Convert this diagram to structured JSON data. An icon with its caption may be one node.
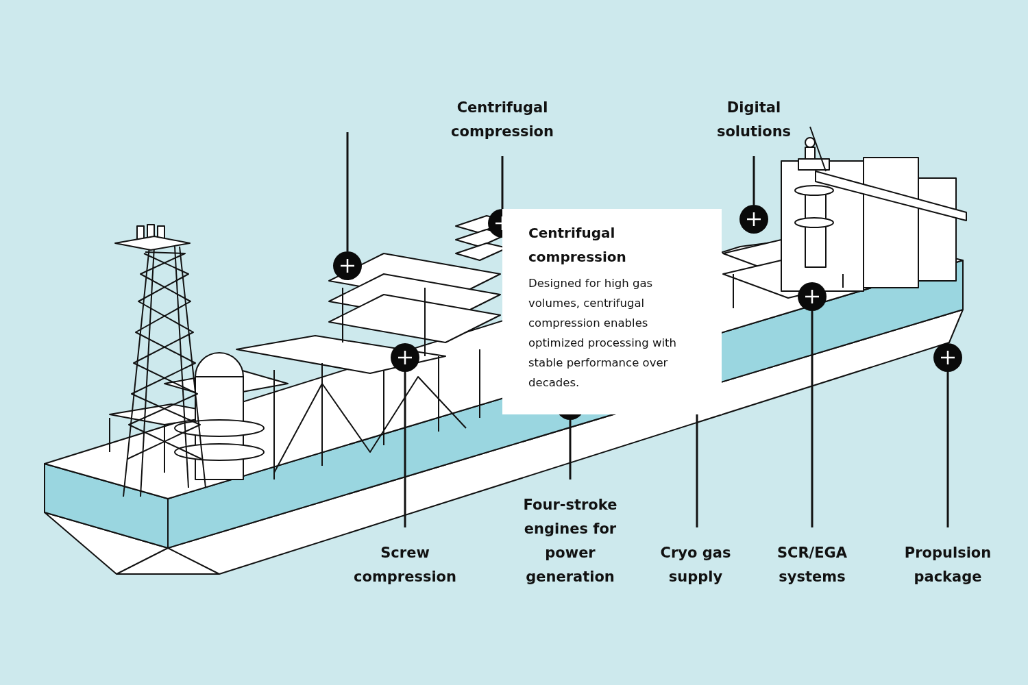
{
  "diagram": {
    "nodes": [
      {
        "text": [
          "Centrifugal compression"
        ]
      },
      {
        "text": [
          "Digital solutions"
        ]
      },
      {
        "text": [],
        "shape": "circle"
      },
      {
        "text": [],
        "shape": "circle"
      },
      {
        "text": [],
        "shape": "circle"
      },
      {
        "text": [],
        "shape": "circle"
      },
      {
        "text": [],
        "shape": "circle"
      },
      {
        "text": [],
        "shape": "circle"
      },
      {
        "text": [],
        "shape": "circle"
      },
      {
        "text": [
          "Centrifugal compression",
          "Designed for high gas volumes, centrifugal compression enables optimized processing with stable performance over decades."
        ]
      },
      {
        "text": [
          "Screw compression"
        ]
      },
      {
        "text": [
          "Four-stroke engines for power generation"
        ]
      },
      {
        "text": [
          "Cryo gas supply"
        ]
      },
      {
        "text": [
          "SCR/EGA systems"
        ]
      },
      {
        "text": [
          "Propulsion package"
        ]
      }
    ],
    "edges": [
      {
        "from": null,
        "to": 2,
        "arrow": "none"
      },
      {
        "from": 0,
        "to": 3,
        "arrow": "none"
      },
      {
        "from": 1,
        "to": 4,
        "arrow": "none"
      },
      {
        "from": 10,
        "to": 5,
        "arrow": "none"
      },
      {
        "from": 11,
        "to": 8,
        "arrow": "none"
      },
      {
        "from": 12,
        "to": 9,
        "arrow": "none"
      },
      {
        "from": 13,
        "to": 6,
        "arrow": "none"
      },
      {
        "from": 14,
        "to": 7,
        "arrow": "none"
      }
    ]
  }
}
